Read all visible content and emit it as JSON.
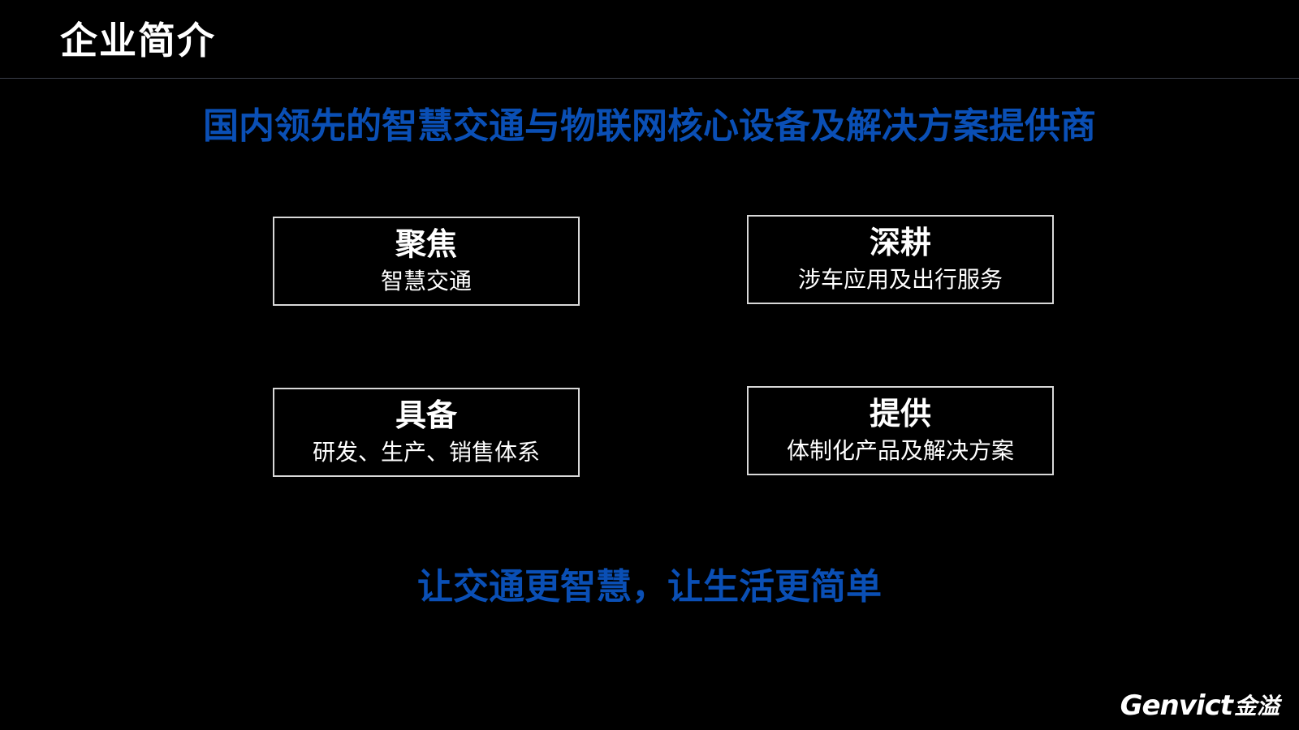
{
  "header": {
    "title": "企业简介"
  },
  "headline": {
    "text": "国内领先的智慧交通与物联网核心设备及解决方案提供商"
  },
  "cards": [
    {
      "title": "聚焦",
      "subtitle": "智慧交通"
    },
    {
      "title": "深耕",
      "subtitle": "涉车应用及出行服务"
    },
    {
      "title": "具备",
      "subtitle": "研发、生产、销售体系"
    },
    {
      "title": "提供",
      "subtitle": "体制化产品及解决方案"
    }
  ],
  "slogan": {
    "text": "让交通更智慧，让生活更简单"
  },
  "logo": {
    "latin": "Genvict",
    "cjk": "金溢"
  },
  "colors": {
    "background": "#000000",
    "accent_blue": "#0a4fb5",
    "text": "#ffffff",
    "card_border": "#d8d8d8"
  }
}
